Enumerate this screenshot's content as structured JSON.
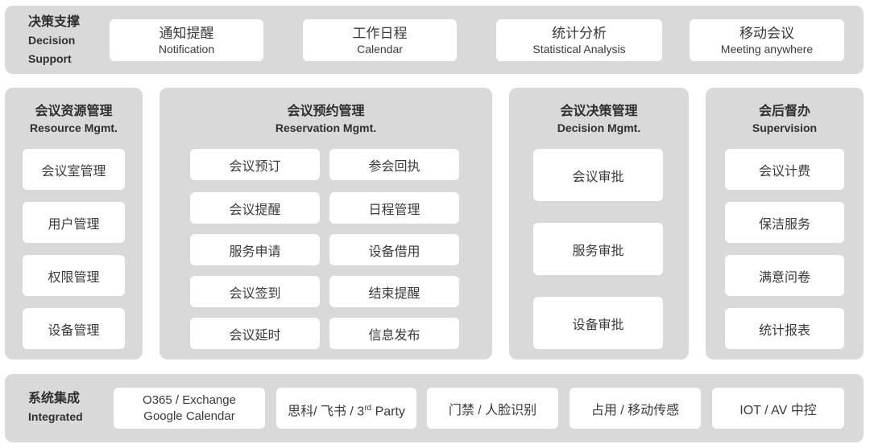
{
  "top_band": {
    "label_zh": "决策支撑",
    "label_en_1": "Decision",
    "label_en_2": "Support",
    "items": [
      {
        "zh": "通知提醒",
        "en": "Notification"
      },
      {
        "zh": "工作日程",
        "en": "Calendar"
      },
      {
        "zh": "统计分析",
        "en": "Statistical Analysis"
      },
      {
        "zh": "移动会议",
        "en": "Meeting anywhere"
      }
    ]
  },
  "resource": {
    "title_zh": "会议资源管理",
    "title_en": "Resource Mgmt.",
    "items": [
      "会议室管理",
      "用户管理",
      "权限管理",
      "设备管理"
    ]
  },
  "reservation": {
    "title_zh": "会议预约管理",
    "title_en": "Reservation Mgmt.",
    "left": [
      "会议预订",
      "会议提醒",
      "服务申请",
      "会议签到",
      "会议延时"
    ],
    "right": [
      "参会回执",
      "日程管理",
      "设备借用",
      "结束提醒",
      "信息发布"
    ]
  },
  "decision": {
    "title_zh": "会议决策管理",
    "title_en": "Decision Mgmt.",
    "items": [
      "会议审批",
      "服务审批",
      "设备审批"
    ]
  },
  "supervision": {
    "title_zh": "会后督办",
    "title_en": "Supervision",
    "items": [
      "会议计费",
      "保洁服务",
      "满意问卷",
      "统计报表"
    ]
  },
  "bottom_band": {
    "label_zh": "系统集成",
    "label_en": "Integrated",
    "o365_line1": "O365 / Exchange",
    "o365_line2": "Google Calendar",
    "third_party_prefix": "思科/ 飞书 / 3",
    "third_party_sup": "rd",
    "third_party_suffix": " Party",
    "items": [
      "门禁 / 人脸识别",
      "占用 / 移动传感",
      "IOT / AV 中控"
    ]
  }
}
